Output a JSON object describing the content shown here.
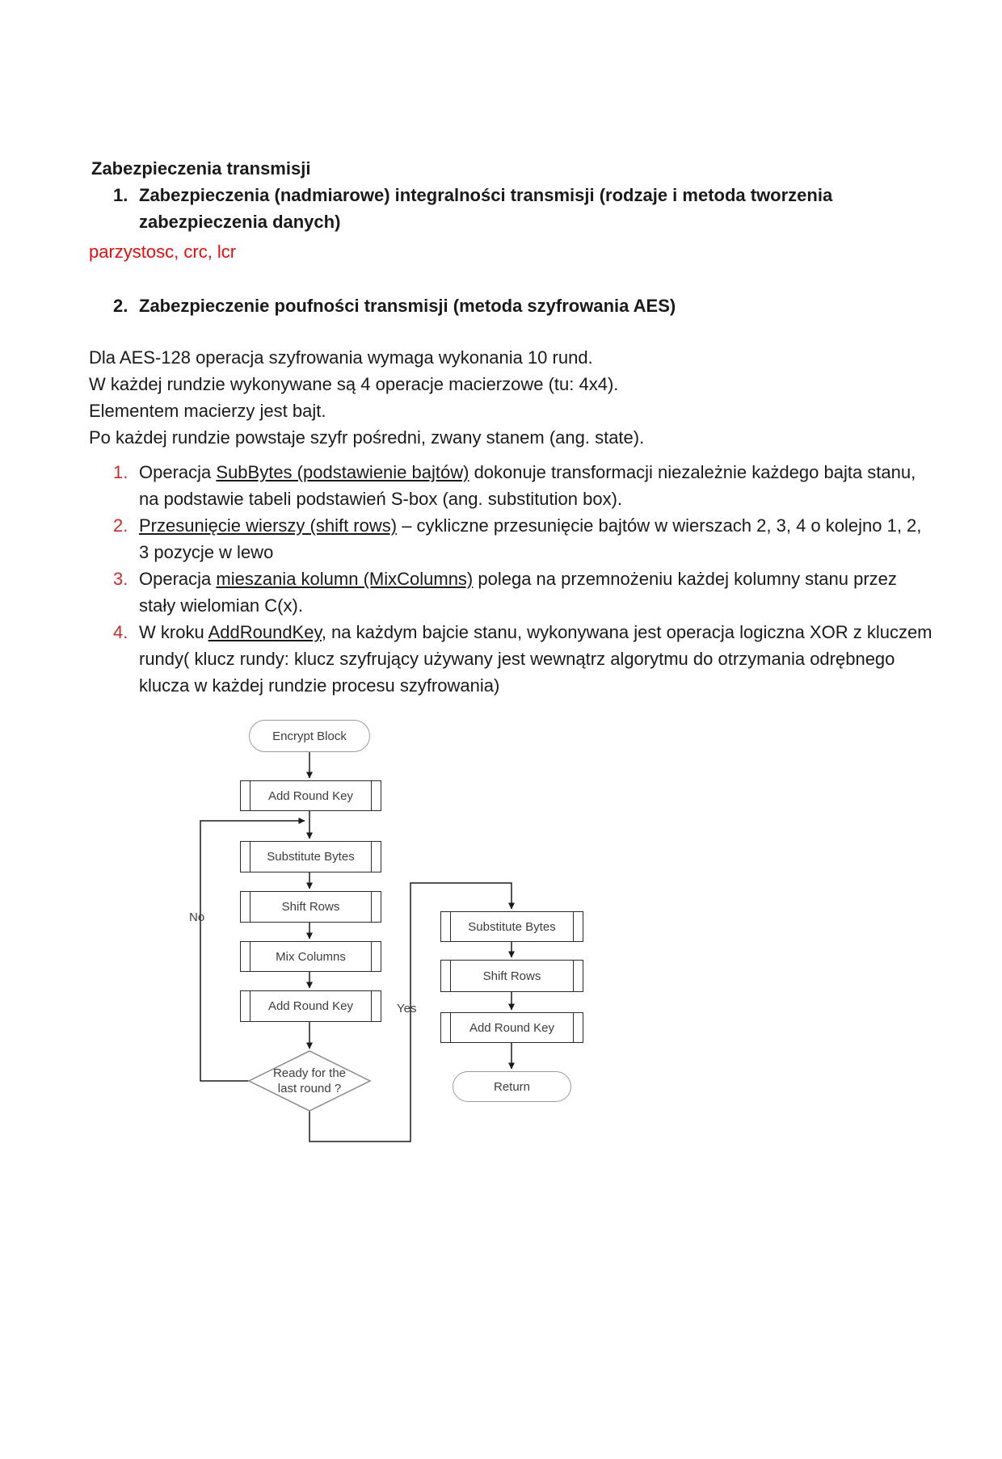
{
  "colors": {
    "page_background": "#ffffff",
    "body_text": "#1a1a1a",
    "red_note_text": "#e80c0c",
    "red_list_number": "#cc2a2a",
    "flowchart_process_border": "#2b2b2b",
    "flowchart_terminal_border": "#9a9a9a",
    "flowchart_text": "#3d3d3d"
  },
  "doc": {
    "title": "Zabezpieczenia transmisji",
    "top_list": [
      {
        "num": "1.",
        "text": "Zabezpieczenia (nadmiarowe) integralności transmisji (rodzaje i metoda tworzenia zabezpieczenia danych)"
      },
      {
        "num": "2.",
        "text": "Zabezpieczenie poufności transmisji (metoda szyfrowania AES)"
      }
    ],
    "red_note": "parzystosc, crc, lcr",
    "paragraph_lines": [
      "Dla AES-128 operacja szyfrowania wymaga wykonania 10 rund.",
      "W każdej rundzie wykonywane są 4 operacje macierzowe (tu: 4x4).",
      "Elementem macierzy jest bajt.",
      "Po każdej rundzie powstaje szyfr pośredni, zwany stanem (ang. state)."
    ],
    "steps": [
      {
        "num": "1.",
        "pre": "Operacja ",
        "underline": "SubBytes (podstawienie bajtów)",
        "post": " dokonuje transformacji niezależnie każdego bajta stanu, na podstawie tabeli podstawień S-box (ang. substitution box)."
      },
      {
        "num": "2.",
        "pre": "",
        "underline": "Przesunięcie wierszy (shift rows)",
        "post": " – cykliczne przesunięcie bajtów w wierszach 2, 3, 4 o kolejno 1, 2, 3 pozycje w lewo"
      },
      {
        "num": "3.",
        "pre": "Operacja ",
        "underline": "mieszania kolumn (MixColumns)",
        "post": " polega na przemnożeniu każdej kolumny stanu przez stały wielomian C(x)."
      },
      {
        "num": "4.",
        "pre": "W kroku ",
        "underline": "AddRoundKey",
        "post": ", na każdym bajcie stanu, wykonywana jest operacja logiczna XOR z kluczem rundy( klucz rundy: klucz szyfrujący używany jest wewnątrz algorytmu do otrzymania odrębnego klucza w każdej rundzie procesu szyfrowania)"
      }
    ]
  },
  "flowchart": {
    "start_label": "Encrypt Block",
    "left": [
      "Add Round Key",
      "Substitute Bytes",
      "Shift Rows",
      "Mix Columns",
      "Add Round Key"
    ],
    "decision_lines": [
      "Ready for the",
      "last round ?"
    ],
    "no_label": "No",
    "yes_label": "Yes",
    "right": [
      "Substitute Bytes",
      "Shift Rows",
      "Add Round Key"
    ],
    "end_label": "Return"
  }
}
